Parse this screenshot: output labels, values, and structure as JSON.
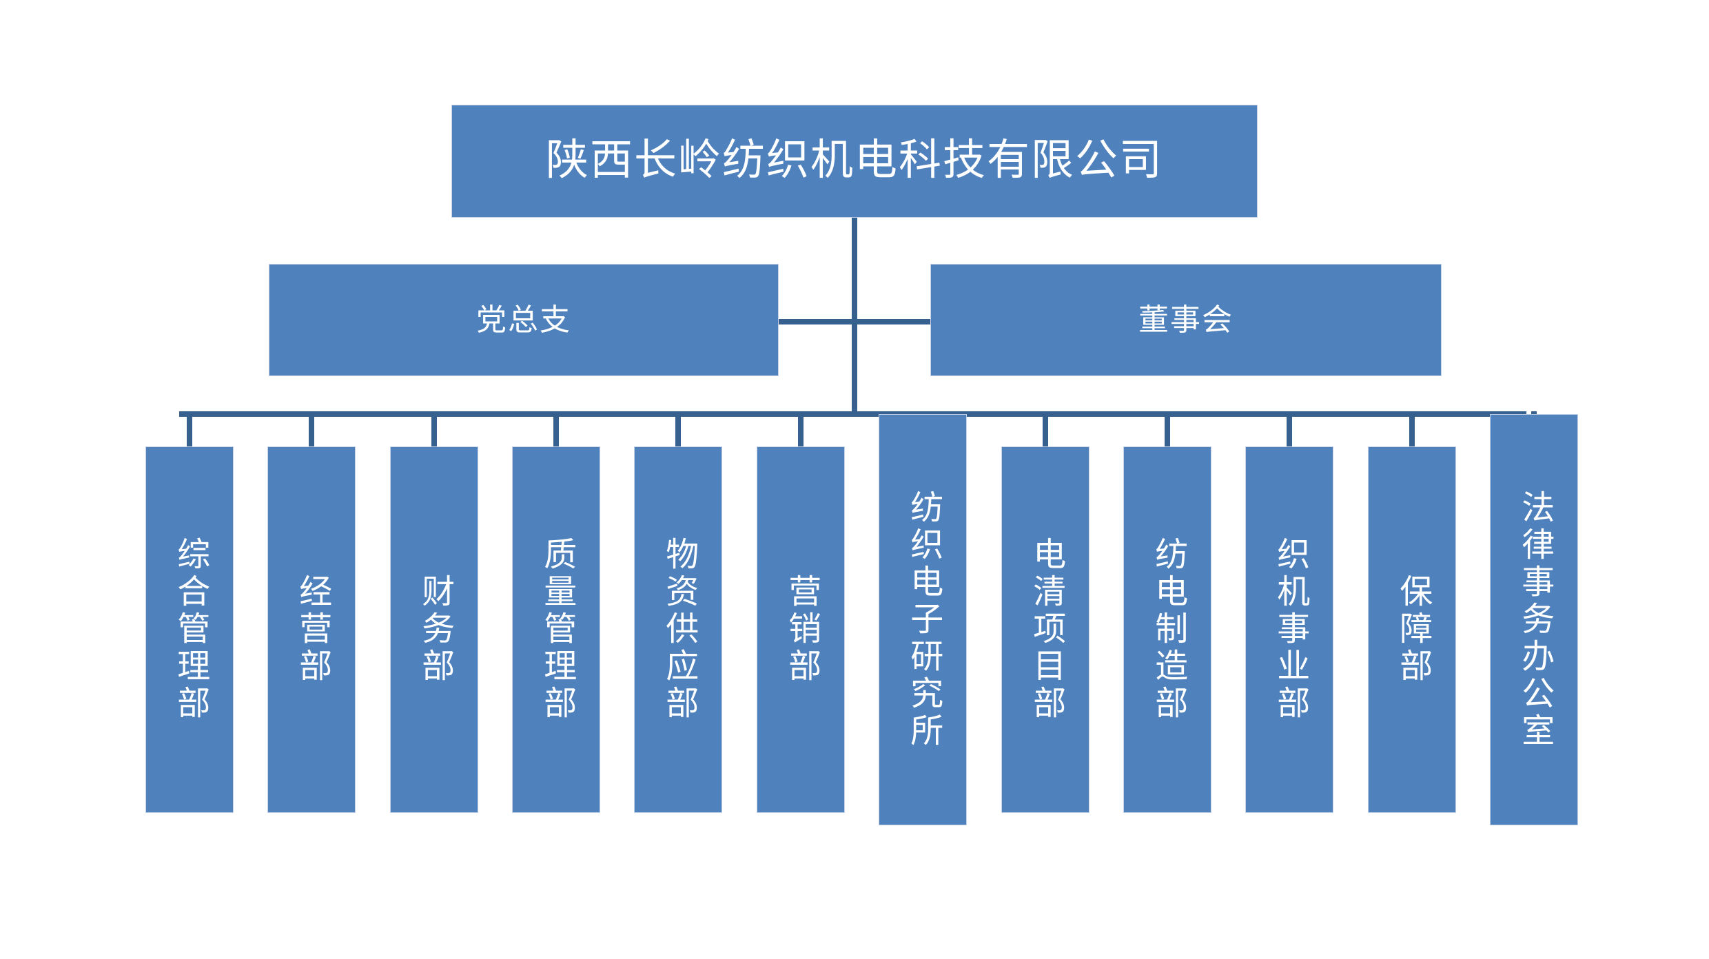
{
  "chart": {
    "type": "org-chart",
    "title": "陕西长岭纺织机电科技有限公司",
    "colors": {
      "node_fill": "#4f81bd",
      "node_border": "#c6d3e6",
      "connector": "#36618f",
      "node_text": "#ffffff",
      "background": "#ffffff"
    },
    "root": {
      "label": "陕西长岭纺织机电科技有限公司"
    },
    "level2": [
      {
        "label": "党总支"
      },
      {
        "label": "董事会"
      }
    ],
    "departments": [
      {
        "label": "综合管理部"
      },
      {
        "label": "经营部"
      },
      {
        "label": "财务部"
      },
      {
        "label": "质量管理部"
      },
      {
        "label": "物资供应部"
      },
      {
        "label": "营销部"
      },
      {
        "label": "纺织电子研究所"
      },
      {
        "label": "电清项目部"
      },
      {
        "label": "纺电制造部"
      },
      {
        "label": "织机事业部"
      },
      {
        "label": "保障部"
      },
      {
        "label": "法律事务办公室"
      }
    ]
  }
}
